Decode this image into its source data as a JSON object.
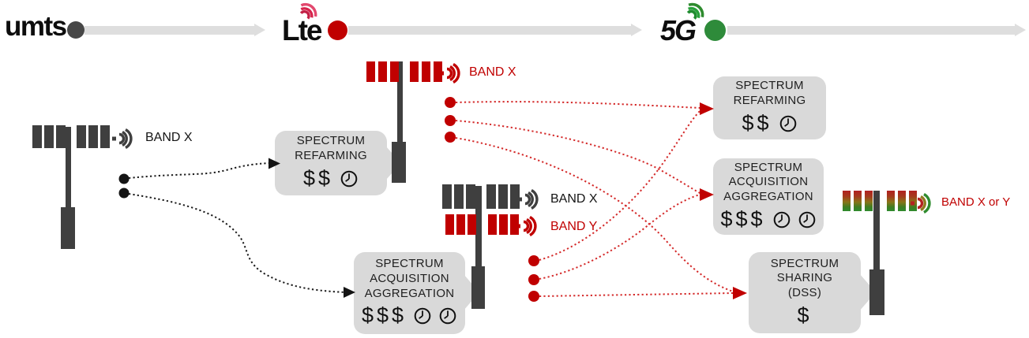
{
  "timeline": {
    "umts": "umts",
    "lte": "Lte",
    "five_g": "5G"
  },
  "bands": {
    "umts_band": "BAND X",
    "lte_band": "BAND X",
    "dual_band_x": "BAND X",
    "dual_band_y": "BAND Y",
    "five_g_band": "BAND X or Y"
  },
  "boxes": {
    "lte_refarming": {
      "line1": "SPECTRUM",
      "line2": "REFARMING",
      "cost": "$$",
      "time_icons": 1
    },
    "lte_acquisition": {
      "line1": "SPECTRUM",
      "line2": "ACQUISITION",
      "line3": "AGGREGATION",
      "cost": "$$$",
      "time_icons": 2
    },
    "five_g_refarming": {
      "line1": "SPECTRUM",
      "line2": "REFARMING",
      "cost": "$$",
      "time_icons": 1
    },
    "five_g_acquisition": {
      "line1": "SPECTRUM",
      "line2": "ACQUISITION",
      "line3": "AGGREGATION",
      "cost": "$$$",
      "time_icons": 2
    },
    "five_g_sharing": {
      "line1": "SPECTRUM",
      "line2": "SHARING",
      "line3": "(DSS)",
      "cost": "$",
      "time_icons": 0
    }
  },
  "icons": {
    "band_icon": "radio-waves",
    "time_icon": "clock"
  },
  "colors": {
    "dark_gray": "#3f3f3f",
    "red": "#c00000",
    "green": "#2e8b3a",
    "box_gray": "#d9d9d9",
    "timeline_bar": "#dedede",
    "line_red": "#d42a2a",
    "line_black": "#1a1a1a"
  }
}
